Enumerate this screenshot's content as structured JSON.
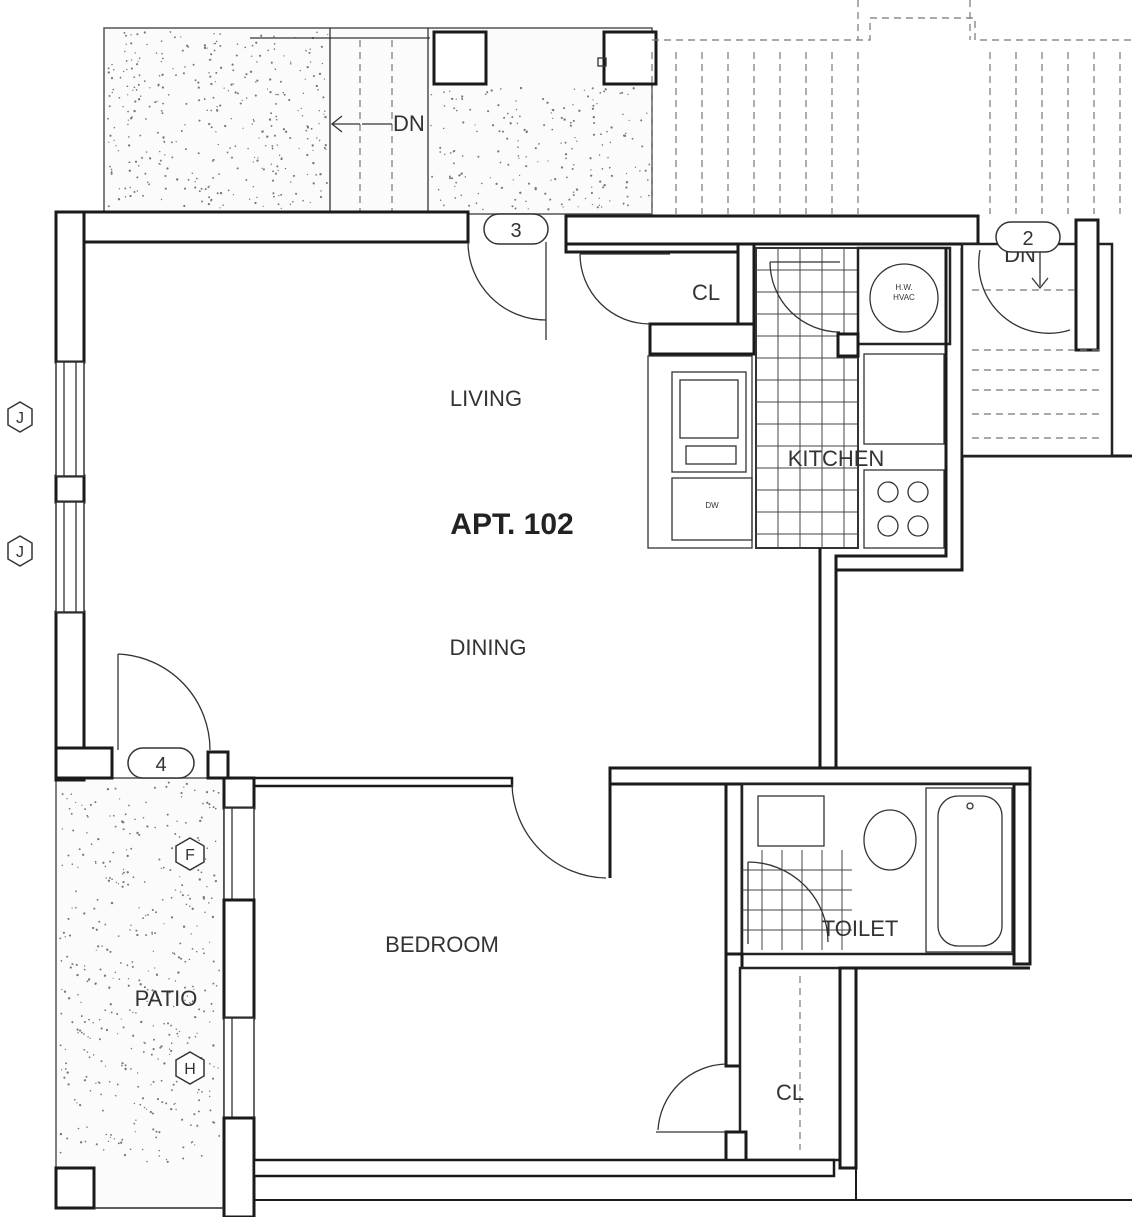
{
  "plan": {
    "title": "APT. 102",
    "rooms": {
      "living": "LIVING",
      "dining": "DINING",
      "kitchen": "KITCHEN",
      "bedroom": "BEDROOM",
      "toilet": "TOILET",
      "patio": "PATIO",
      "closet_entry": "CL",
      "closet_bedroom": "CL"
    },
    "stairs": {
      "upper_left": "DN",
      "upper_right": "DN"
    },
    "door_tags": {
      "entry": "3",
      "stair": "2",
      "patio": "4"
    },
    "hex_tags": {
      "window_upper": "J",
      "window_lower": "J",
      "patio_upper": "F",
      "patio_lower": "H"
    },
    "fixtures": {
      "dishwasher": "DW",
      "water_heater_line1": "H.W.",
      "water_heater_line2": "HVAC"
    }
  }
}
